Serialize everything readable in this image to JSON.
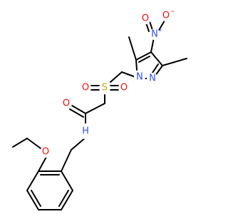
{
  "colors": {
    "bond": "#000000",
    "O": "#ff0d0d",
    "N": "#3050f8",
    "S": "#c8a000",
    "background": "#ffffff"
  },
  "atoms": [
    {
      "id": "o_nitro1",
      "element": "O",
      "label": "O",
      "charge": "−"
    },
    {
      "id": "n_nitro",
      "element": "N",
      "label": "N",
      "charge": "+"
    },
    {
      "id": "o_nitro2",
      "element": "O",
      "label": "O"
    },
    {
      "id": "n1_pyrazole",
      "element": "N",
      "label": "N"
    },
    {
      "id": "n2_pyrazole",
      "element": "N",
      "label": "N"
    },
    {
      "id": "s_sulfonyl",
      "element": "S",
      "label": "S"
    },
    {
      "id": "o_sulfonyl1",
      "element": "O",
      "label": "O"
    },
    {
      "id": "o_sulfonyl2",
      "element": "O",
      "label": "O"
    },
    {
      "id": "o_carbonyl",
      "element": "O",
      "label": "O"
    },
    {
      "id": "n_amide",
      "element": "N",
      "label": "H"
    },
    {
      "id": "o_ether",
      "element": "O",
      "label": "O"
    }
  ]
}
